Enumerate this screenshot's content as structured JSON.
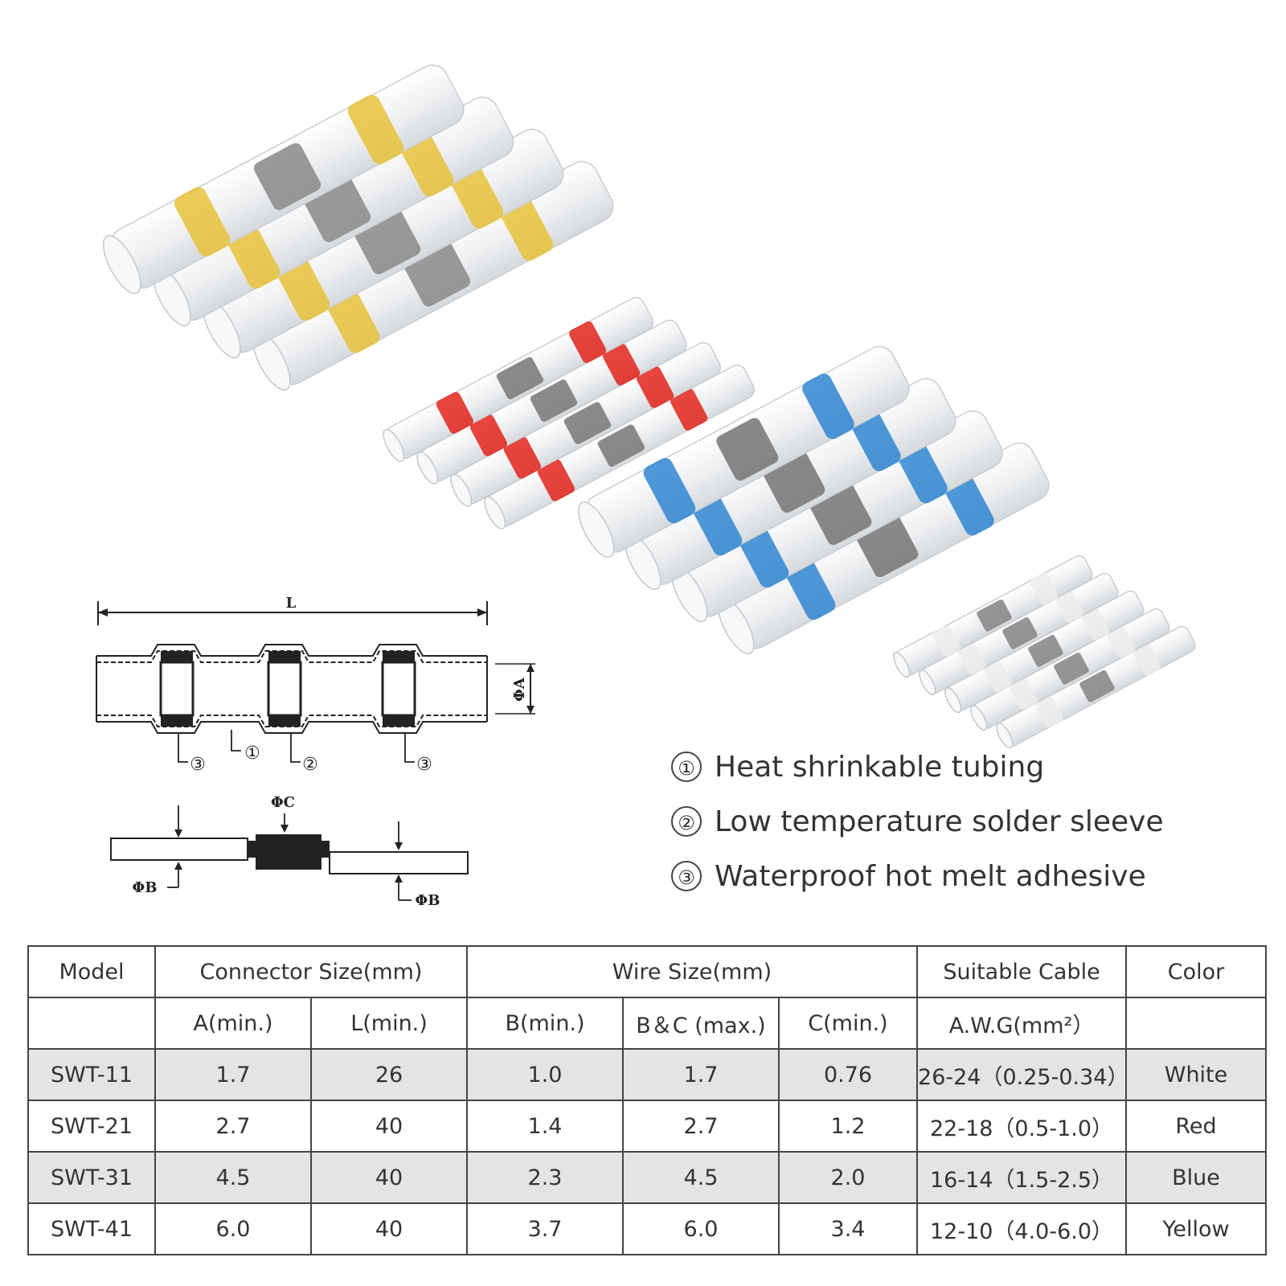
{
  "product_photo": {
    "groups": [
      {
        "color_name": "yellow",
        "band": "#e8c23a",
        "core": "#8e8e8e"
      },
      {
        "color_name": "red",
        "band": "#e2231a",
        "core": "#7d7d7d"
      },
      {
        "color_name": "blue",
        "band": "#2f86d1",
        "core": "#7b7b7b"
      },
      {
        "color_name": "white",
        "band": "#ececec",
        "core": "#8a8a8a"
      }
    ]
  },
  "diagram": {
    "length_label": "L",
    "dia_a_label": "ΦA",
    "dia_b_label": "ΦB",
    "dia_c_label": "ΦC",
    "callouts": [
      "③",
      "①",
      "②",
      "③"
    ]
  },
  "legend": [
    {
      "num": "①",
      "text": "Heat shrinkable tubing"
    },
    {
      "num": "②",
      "text": "Low temperature solder sleeve"
    },
    {
      "num": "③",
      "text": "Waterproof hot melt adhesive"
    }
  ],
  "table": {
    "header1": {
      "model": "Model",
      "connector": "Connector Size(mm)",
      "wire": "Wire Size(mm)",
      "cable": "Suitable Cable",
      "color": "Color"
    },
    "header2": {
      "a_min": "A(min.)",
      "l_min": "L(min.)",
      "b_min": "B(min.)",
      "bc_max": "B＆C (max.)",
      "c_min": "C(min.)",
      "awg": "A.W.G(mm²）"
    },
    "rows": [
      {
        "model": "SWT-11",
        "a": "1.7",
        "l": "26",
        "b": "1.0",
        "bc": "1.7",
        "c": "0.76",
        "awg": "26-24（0.25-0.34）",
        "color": "White"
      },
      {
        "model": "SWT-21",
        "a": "2.7",
        "l": "40",
        "b": "1.4",
        "bc": "2.7",
        "c": "1.2",
        "awg": "22-18（0.5-1.0）",
        "color": "Red"
      },
      {
        "model": "SWT-31",
        "a": "4.5",
        "l": "40",
        "b": "2.3",
        "bc": "4.5",
        "c": "2.0",
        "awg": "16-14（1.5-2.5）",
        "color": "Blue"
      },
      {
        "model": "SWT-41",
        "a": "6.0",
        "l": "40",
        "b": "3.7",
        "bc": "6.0",
        "c": "3.4",
        "awg": "12-10（4.0-6.0）",
        "color": "Yellow"
      }
    ]
  }
}
